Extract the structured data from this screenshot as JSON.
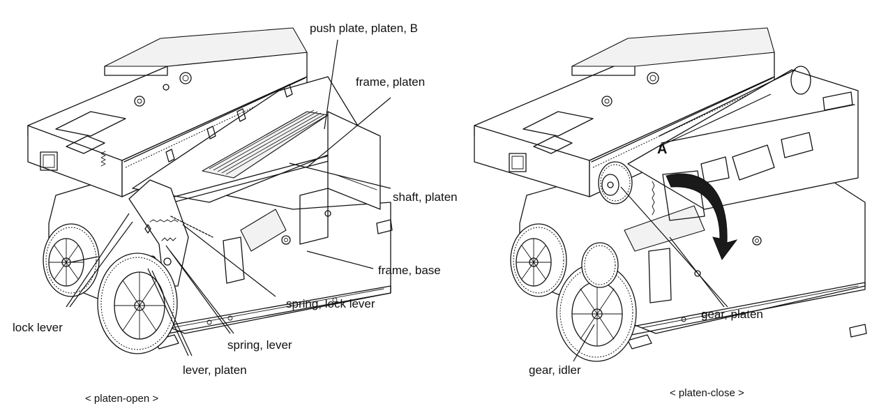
{
  "figure": {
    "left_view": {
      "caption": "< platen-open >",
      "labels": {
        "push_plate": "push plate, platen, B",
        "frame_platen": "frame, platen",
        "shaft_platen": "shaft, platen",
        "frame_base": "frame, base",
        "spring_lock_lever": "spring, lock lever",
        "lock_lever": "lock lever",
        "spring_lever": "spring, lever",
        "lever_platen": "lever, platen"
      }
    },
    "right_view": {
      "caption": "< platen-close >",
      "callout": "A",
      "labels": {
        "gear_platen": "gear, platen",
        "gear_idler": "gear, idler"
      }
    }
  }
}
